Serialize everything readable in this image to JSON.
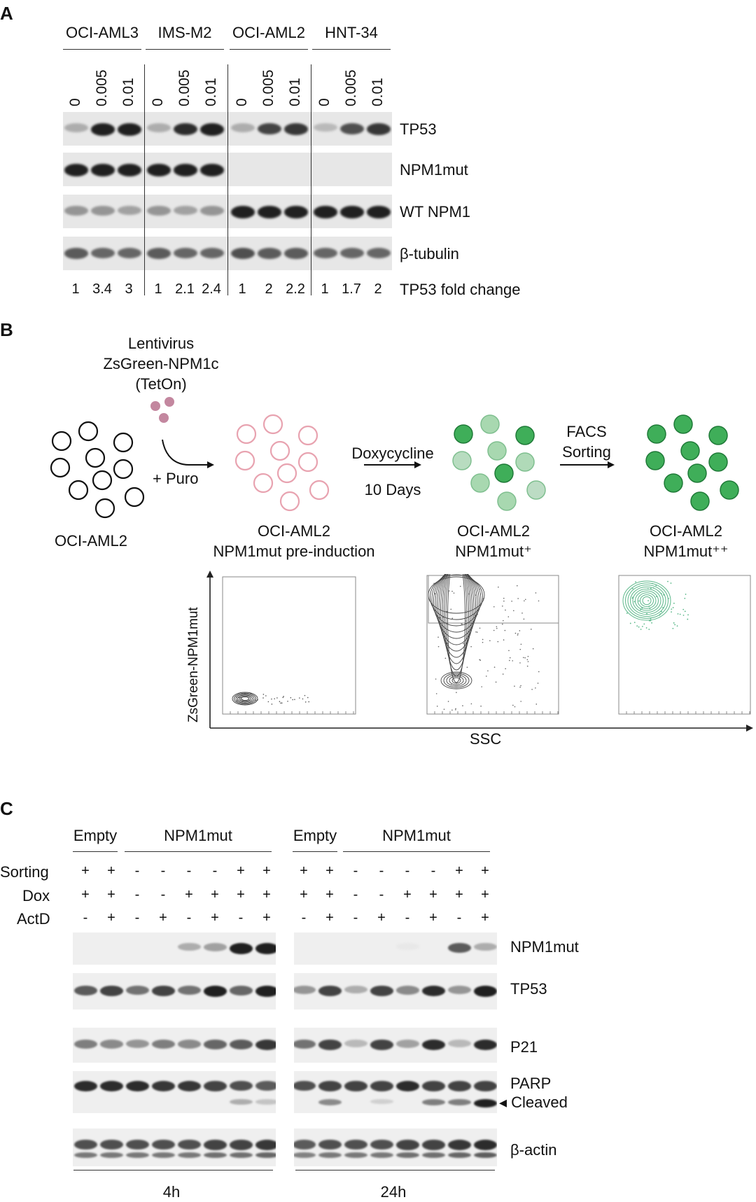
{
  "panelA": {
    "letter": "A",
    "cell_lines": [
      "OCI-AML3",
      "IMS-M2",
      "OCI-AML2",
      "HNT-34"
    ],
    "doses": [
      "0",
      "0.005",
      "0.01"
    ],
    "blot_labels": [
      "TP53",
      "NPM1mut",
      "WT NPM1",
      "β-tubulin"
    ],
    "fold_change_label": "TP53 fold change",
    "fold_changes": [
      "1",
      "3.4",
      "3",
      "1",
      "2.1",
      "2.4",
      "1",
      "2",
      "2.2",
      "1",
      "1.7",
      "2"
    ]
  },
  "panelB": {
    "letter": "B",
    "virus_label": [
      "Lentivirus",
      "ZsGreen-NPM1c",
      "(TetOn)"
    ],
    "puro_label": "+ Puro",
    "dox_label": [
      "Doxycycline",
      "10 Days"
    ],
    "facs_label": [
      "FACS",
      "Sorting"
    ],
    "stage1": "OCI-AML2",
    "stage2": [
      "OCI-AML2",
      "NPM1mut pre-induction"
    ],
    "stage3": [
      "OCI-AML2",
      "NPM1mut⁺"
    ],
    "stage4": [
      "OCI-AML2",
      "NPM1mut⁺⁺"
    ],
    "y_axis_label": "ZsGreen-NPM1mut",
    "x_axis_label": "SSC",
    "colors": {
      "pink": "#e8a3b0",
      "green": "#3fae59",
      "light_green": "#a8d8b0",
      "virus": "#b06080",
      "contour_green": "#5cb88a"
    }
  },
  "panelC": {
    "letter": "C",
    "group_labels": [
      "Empty",
      "NPM1mut",
      "Empty",
      "NPM1mut"
    ],
    "row_labels": [
      "Sorting",
      "Dox",
      "ActD"
    ],
    "sorting": [
      "+",
      "+",
      "-",
      "-",
      "-",
      "-",
      "+",
      "+"
    ],
    "dox": [
      "+",
      "+",
      "-",
      "-",
      "+",
      "+",
      "+",
      "+"
    ],
    "actd": [
      "-",
      "+",
      "-",
      "+",
      "-",
      "+",
      "-",
      "+"
    ],
    "blot_labels": [
      "NPM1mut",
      "TP53",
      "P21",
      "PARP",
      "◂ Cleaved",
      "β-actin"
    ],
    "time_labels": [
      "4h",
      "24h"
    ]
  }
}
